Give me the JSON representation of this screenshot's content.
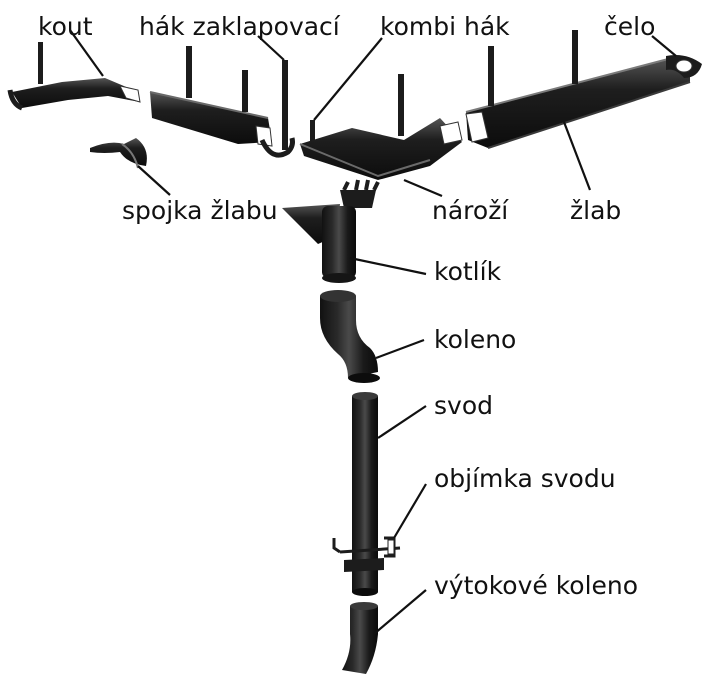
{
  "labels": {
    "kout": "kout",
    "hak_zaklapovaci": "hák zaklapovací",
    "kombi_hak": "kombi hák",
    "celo": "čelo",
    "spojka_zlabu": "spojka žlabu",
    "narozi": "nároží",
    "zlab": "žlab",
    "kotlik": "kotlík",
    "koleno": "koleno",
    "svod": "svod",
    "objimka_svodu": "objímka svodu",
    "vytokove_koleno": "výtokové koleno"
  },
  "colors": {
    "part_dark": "#1c1c1c",
    "part_highlight": "#6a6a6a",
    "background": "#ffffff",
    "text": "#111111"
  }
}
